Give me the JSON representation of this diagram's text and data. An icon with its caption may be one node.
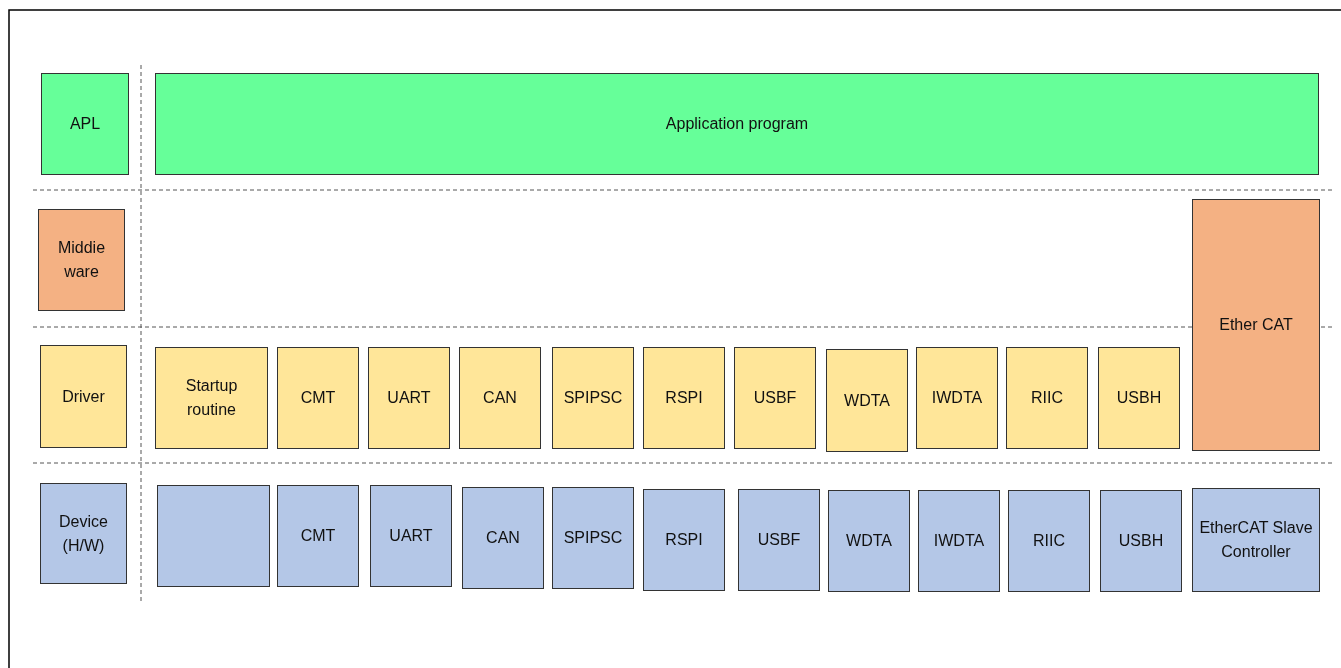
{
  "diagram": {
    "nodes": [
      {
        "text": [
          "APL"
        ]
      },
      {
        "text": [
          "Application program"
        ]
      },
      {
        "text": [
          "Middie ware"
        ]
      },
      {
        "text": [
          "Ether CAT"
        ]
      },
      {
        "text": [
          "Driver"
        ]
      },
      {
        "text": [
          "Startup routine"
        ]
      },
      {
        "text": [
          "CMT"
        ]
      },
      {
        "text": [
          "UART"
        ]
      },
      {
        "text": [
          "CAN"
        ]
      },
      {
        "text": [
          "SPIPSC"
        ]
      },
      {
        "text": [
          "RSPI"
        ]
      },
      {
        "text": [
          "USBF"
        ]
      },
      {
        "text": [
          "WDTA"
        ]
      },
      {
        "text": [
          "IWDTA"
        ]
      },
      {
        "text": [
          "RIIC"
        ]
      },
      {
        "text": [
          "USBH"
        ]
      },
      {
        "text": [
          "Device (H/W)"
        ]
      },
      {
        "text": [],
        "shape": "box"
      },
      {
        "text": [
          "CMT"
        ]
      },
      {
        "text": [
          "UART"
        ]
      },
      {
        "text": [
          "CAN"
        ]
      },
      {
        "text": [
          "SPIPSC"
        ]
      },
      {
        "text": [
          "RSPI"
        ]
      },
      {
        "text": [
          "USBF"
        ]
      },
      {
        "text": [
          "WDTA"
        ]
      },
      {
        "text": [
          "IWDTA"
        ]
      },
      {
        "text": [
          "RIIC"
        ]
      },
      {
        "text": [
          "USBH"
        ]
      },
      {
        "text": [
          "EtherCAT Slave Controller"
        ]
      }
    ],
    "edges": []
  }
}
